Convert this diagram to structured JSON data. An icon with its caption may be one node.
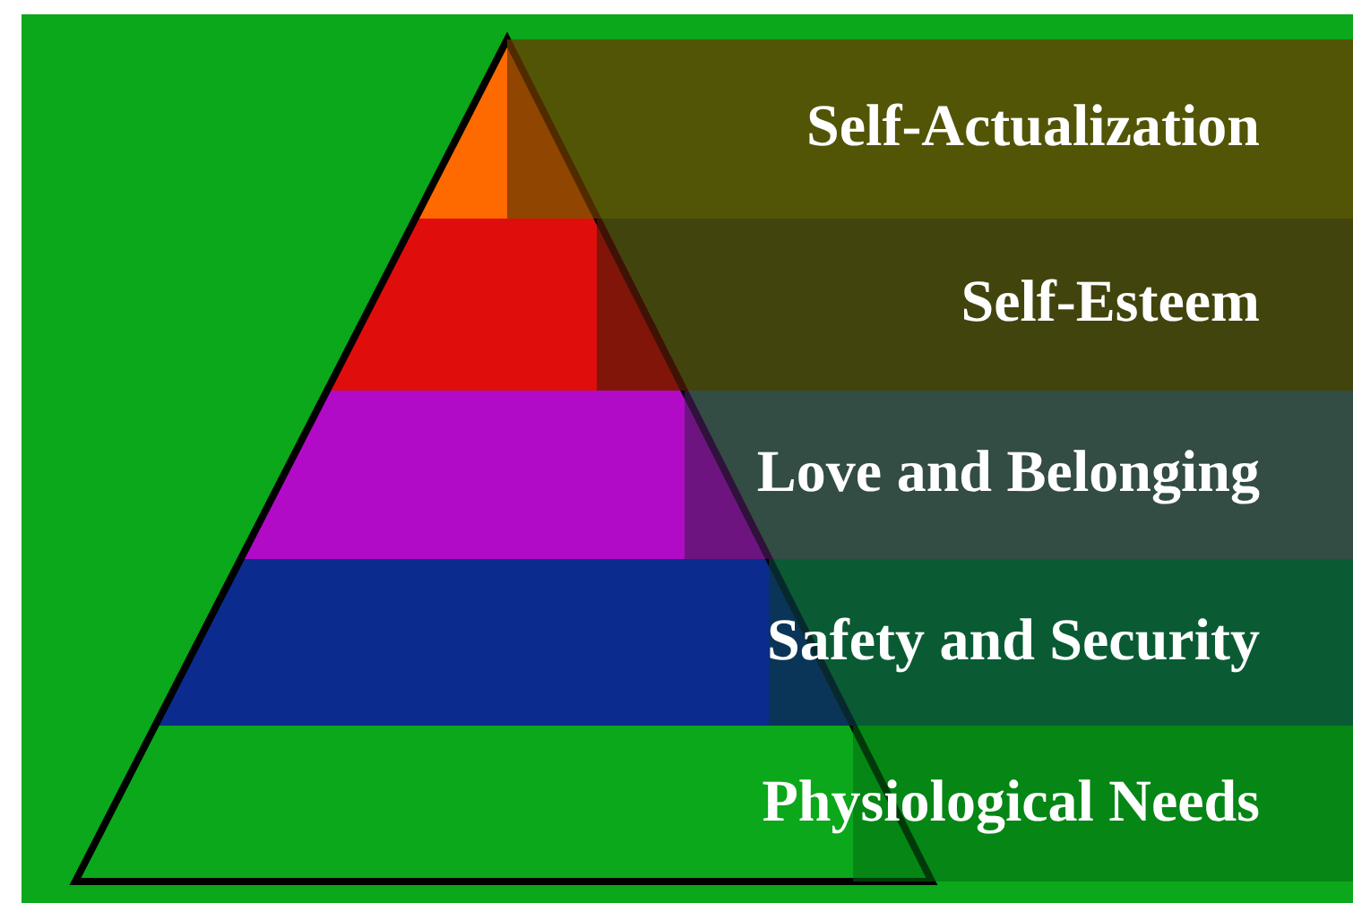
{
  "diagram": {
    "nodes": [
      {
        "text": [
          "Self-Actualization"
        ]
      },
      {
        "text": [
          "Self-Esteem"
        ]
      },
      {
        "text": [
          "Love and Belonging"
        ]
      },
      {
        "text": [
          "Safety and Security"
        ]
      },
      {
        "text": [
          "Physiological Needs"
        ]
      }
    ]
  }
}
